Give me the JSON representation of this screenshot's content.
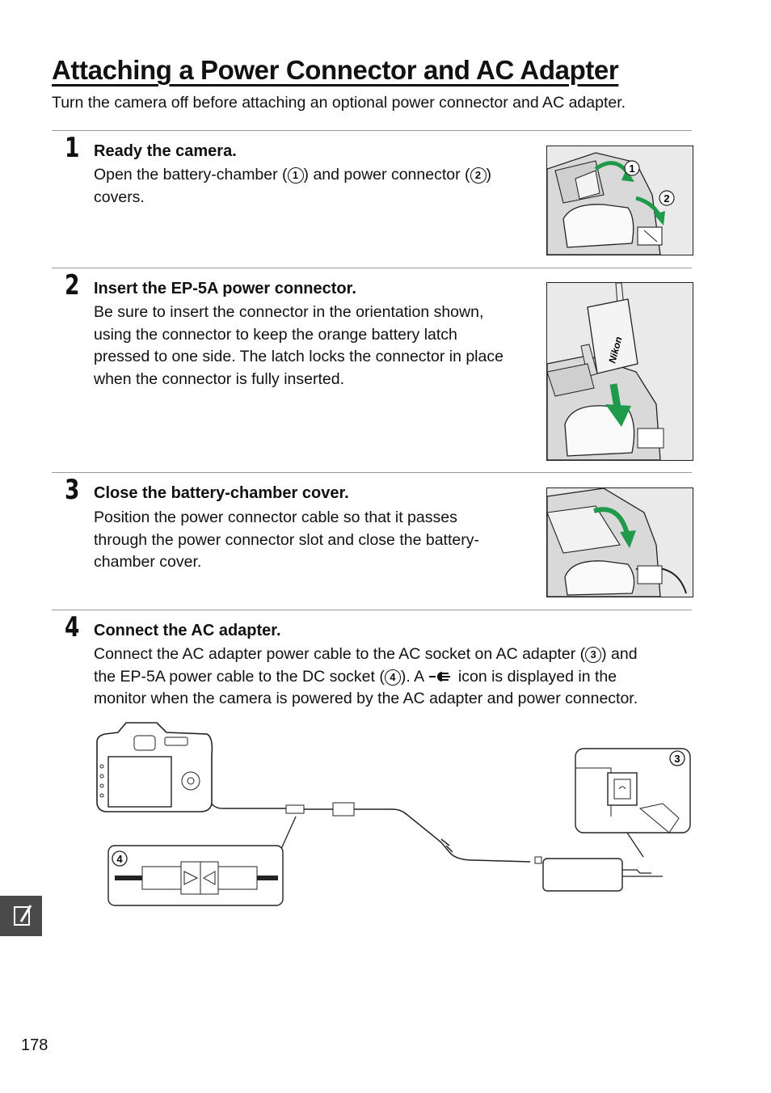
{
  "page": {
    "title": "Attaching a Power Connector and AC Adapter",
    "intro": "Turn the camera off before attaching an optional power connector and AC adapter.",
    "page_number": "178",
    "side_tab_icon": "note-pencil-icon"
  },
  "steps": [
    {
      "number": "1",
      "title": "Ready the camera.",
      "body": [
        {
          "t": "Open the battery-chamber ("
        },
        {
          "c": "1"
        },
        {
          "t": ") and power connector ("
        },
        {
          "c": "2"
        },
        {
          "t": ")"
        },
        {
          "br": true
        },
        {
          "t": "covers."
        }
      ],
      "callouts": [
        "1",
        "2"
      ]
    },
    {
      "number": "2",
      "title": "Insert the EP-5A power connector.",
      "body_lines": [
        "Be sure to insert the connector in the orientation shown,",
        "using the connector to keep the orange battery latch",
        "pressed to one side. The latch locks the connector in place",
        "when the connector is fully inserted."
      ],
      "illustration_text": "Nikon"
    },
    {
      "number": "3",
      "title": "Close the battery-chamber cover.",
      "body_lines": [
        "Position the power connector cable so that it passes",
        "through the power connector slot and close the battery-",
        "chamber cover."
      ]
    },
    {
      "number": "4",
      "title": "Connect the AC adapter.",
      "body": [
        {
          "t": "Connect the AC adapter power cable to the AC socket on AC adapter ("
        },
        {
          "c": "3"
        },
        {
          "t": ") and"
        },
        {
          "br": true
        },
        {
          "t": "the EP-5A power cable to the DC socket ("
        },
        {
          "c": "4"
        },
        {
          "t": ").  A "
        },
        {
          "icon": "ac-power-icon"
        },
        {
          "t": " icon is displayed in the"
        },
        {
          "br": true
        },
        {
          "t": "monitor when the camera is powered by the AC adapter and power connector."
        }
      ],
      "callouts": [
        "3",
        "4"
      ]
    }
  ]
}
